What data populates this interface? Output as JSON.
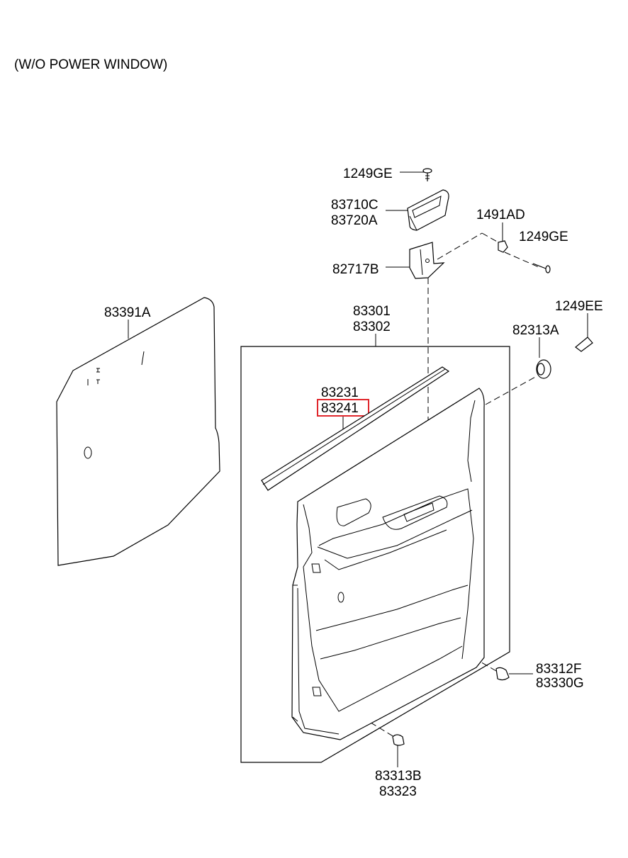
{
  "title": "(W/O POWER WINDOW)",
  "labels": {
    "l1249ge_top": "1249GE",
    "l83710c": "83710C",
    "l83720a": "83720A",
    "l1491ad": "1491AD",
    "l1249ge_right": "1249GE",
    "l82717b": "82717B",
    "l83391a": "83391A",
    "l83301": "83301",
    "l83302": "83302",
    "l1249ee": "1249EE",
    "l82313a": "82313A",
    "l83231": "83231",
    "l83241": "83241",
    "l83312f": "83312F",
    "l83330g": "83330G",
    "l83313b": "83313B",
    "l83323": "83323"
  },
  "highlighted_part": "83241",
  "highlight_color": "#e0262c"
}
